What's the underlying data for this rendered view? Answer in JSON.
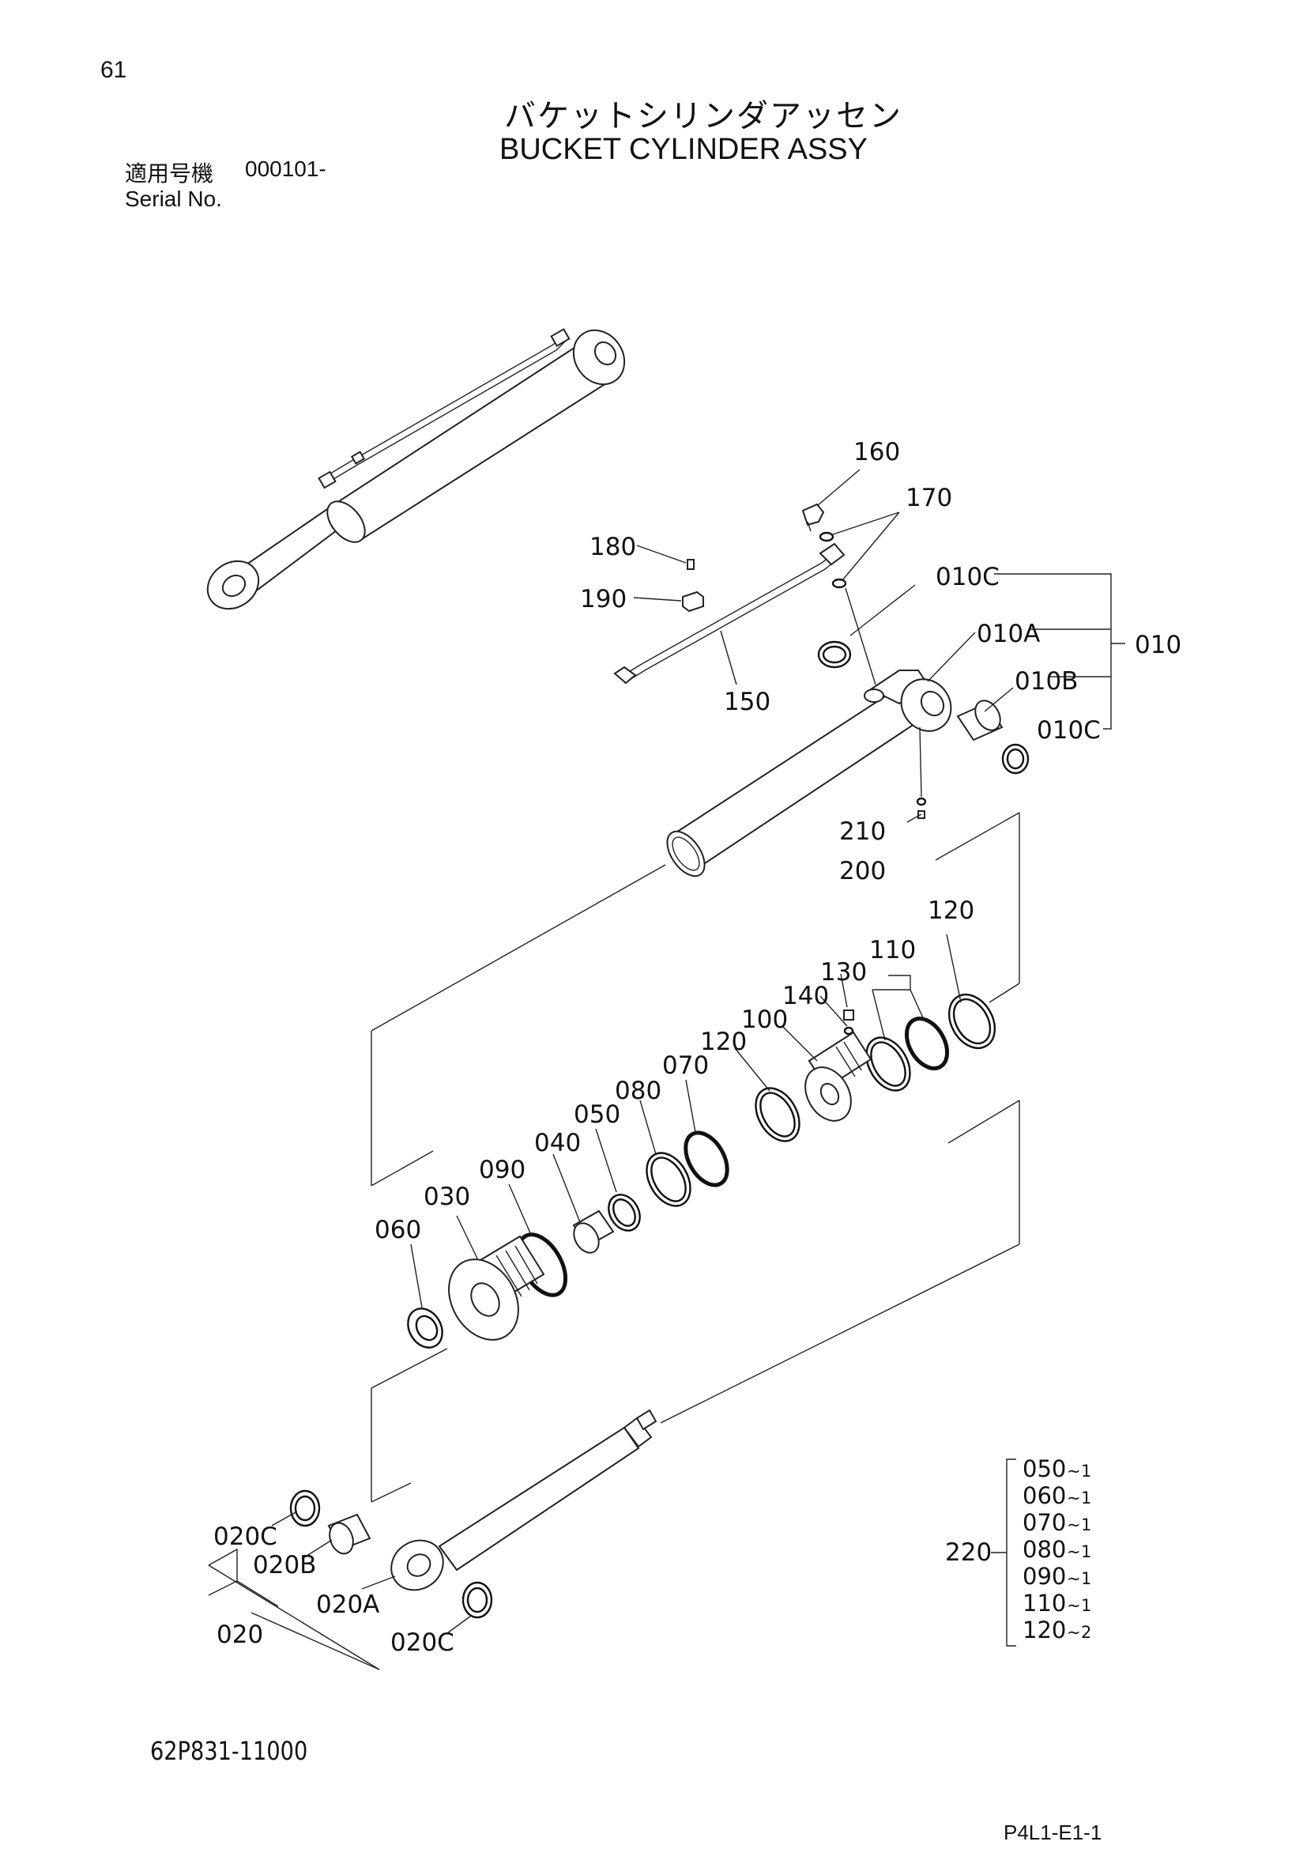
{
  "page_number": "61",
  "title_jp": "バケットシリンダアッセン",
  "title_en": "BUCKET CYLINDER ASSY",
  "serial": {
    "label_jp": "適用号機",
    "number": "000101-",
    "label_en": "Serial No."
  },
  "callouts": {
    "c160": "160",
    "c170": "170",
    "c180": "180",
    "c190": "190",
    "c150": "150",
    "c010C_top": "010C",
    "c010A": "010A",
    "c010": "010",
    "c010B": "010B",
    "c010C_bot": "010C",
    "c210": "210",
    "c200": "200",
    "c120_right": "120",
    "c110": "110",
    "c130": "130",
    "c140": "140",
    "c100": "100",
    "c120_mid": "120",
    "c070": "070",
    "c080": "080",
    "c050": "050",
    "c040": "040",
    "c090": "090",
    "c030": "030",
    "c060": "060",
    "c020C_left": "020C",
    "c020B": "020B",
    "c020A": "020A",
    "c020": "020",
    "c020C_bot": "020C"
  },
  "kit": {
    "label": "220",
    "items": [
      {
        "part": "050",
        "qty": "1"
      },
      {
        "part": "060",
        "qty": "1"
      },
      {
        "part": "070",
        "qty": "1"
      },
      {
        "part": "080",
        "qty": "1"
      },
      {
        "part": "090",
        "qty": "1"
      },
      {
        "part": "110",
        "qty": "1"
      },
      {
        "part": "120",
        "qty": "2"
      }
    ]
  },
  "drawing_number": "62P831-11000",
  "page_id": "P4L1-E1-1"
}
